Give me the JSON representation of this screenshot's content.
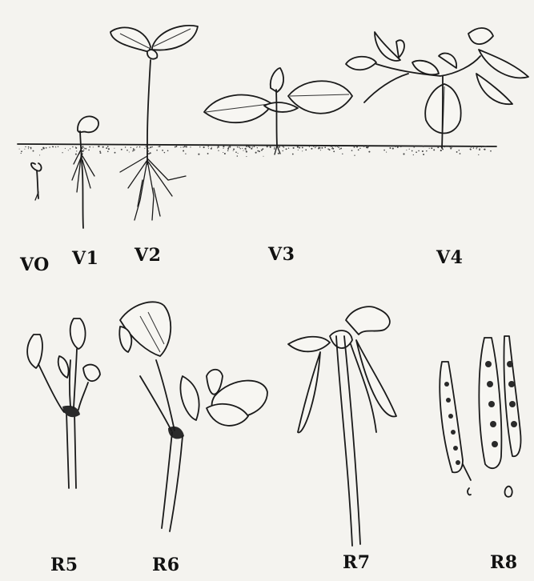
{
  "stages": {
    "vegetative": [
      {
        "id": "v0",
        "label": "VO"
      },
      {
        "id": "v1",
        "label": "V1"
      },
      {
        "id": "v2",
        "label": "V2"
      },
      {
        "id": "v3",
        "label": "V3"
      },
      {
        "id": "v4",
        "label": "V4"
      }
    ],
    "reproductive": [
      {
        "id": "r5",
        "label": "R5"
      },
      {
        "id": "r6",
        "label": "R6"
      },
      {
        "id": "r7",
        "label": "R7"
      },
      {
        "id": "r8",
        "label": "R8"
      }
    ]
  },
  "colors": {
    "ink": "#1a1a1a",
    "paper": "#f4f3ef"
  }
}
